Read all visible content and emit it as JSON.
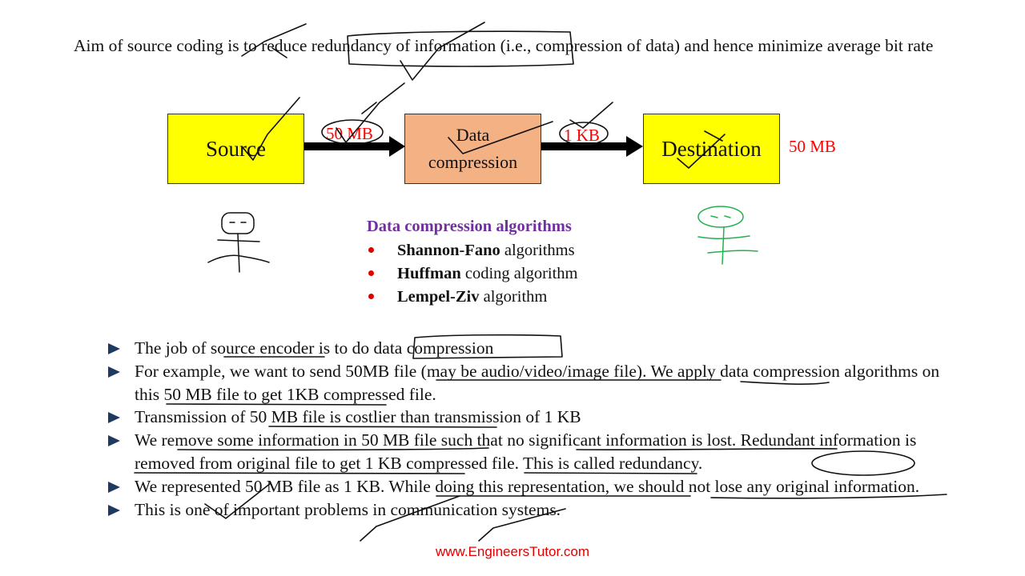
{
  "intro": {
    "text": "Aim of source coding is to reduce redundancy of information (i.e., compression of data) and hence minimize average bit rate"
  },
  "diagram": {
    "source_label": "Source",
    "compression_label_line1": "Data",
    "compression_label_line2": "compression",
    "destination_label": "Destination",
    "arrow1_label": "50 MB",
    "arrow2_label": "1 KB",
    "output_label": "50 MB",
    "colors": {
      "source_fill": "#ffff00",
      "compression_fill": "#f4b183",
      "destination_fill": "#ffff00",
      "annotation_red": "#ff0000"
    }
  },
  "algorithms": {
    "title": "Data compression algorithms",
    "title_color": "#7030a0",
    "items": [
      {
        "bold": "Shannon-Fano",
        "rest": " algorithms"
      },
      {
        "bold": "Huffman",
        "rest": " coding algorithm"
      },
      {
        "bold": "Lempel-Ziv",
        "rest": " algorithm"
      }
    ]
  },
  "bullets": [
    "The job of source encoder is to do data compression",
    "For example, we want to send 50MB file (may be audio/video/image file). We apply data compression algorithms on this 50 MB file to get 1KB compressed file.",
    "Transmission of 50 MB file is costlier than transmission of 1 KB",
    "We remove some information in 50 MB file such that no significant information is lost. Redundant information is removed from original file to get 1 KB compressed file. This is called redundancy.",
    "We represented 50 MB file as 1 KB. While doing this representation, we should not lose any original information.",
    "This is one of important problems in communication systems."
  ],
  "footer": {
    "text": "www.EngineersTutor.com"
  },
  "icons": [
    "stick-figure-sender-icon",
    "stick-figure-receiver-icon",
    "tick-mark-icon",
    "bullet-triangle-icon"
  ]
}
